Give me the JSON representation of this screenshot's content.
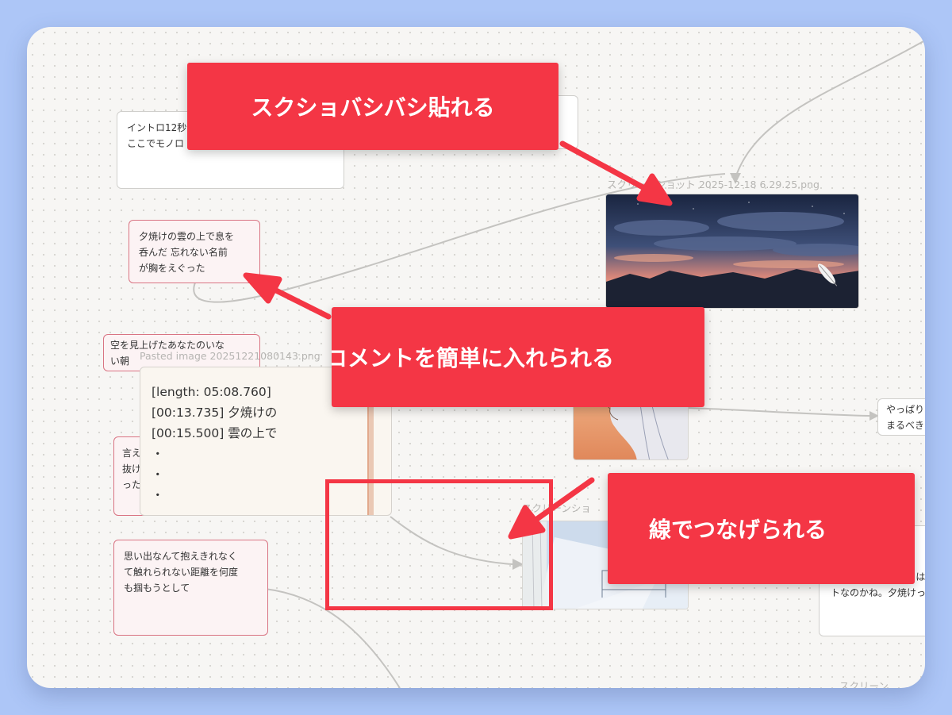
{
  "canvas": {
    "text_cards": [
      {
        "text": "イントロ12秒\nここでモノロ"
      },
      {
        "text": "夕焼けの雲の上で息を\n呑んだ 忘れない名前\nが胸をえぐった"
      },
      {
        "text": "空を見上げたあなたのいな\nい朝"
      },
      {
        "text": "言え\n抜け\nった"
      },
      {
        "text": "思い出なんて抱えきれなく\nて触れられない距離を何度\nも掴もうとして"
      },
      {
        "text": "やっぱり\nまるべき"
      },
      {
        "text": "てる\n\nっていうか今はやっは\nトなのかね。夕焼けっ"
      }
    ],
    "image_labels": {
      "screenshot_sky": "スクリーンショット 2025-12-18 6.29.25.png",
      "screenshot_girl": "Pasted image 20251221080143.png",
      "screenshot_room": "スクリーンショ",
      "screenshot_bottom": "スクリーン"
    },
    "note_card": {
      "lines": [
        "[length: 05:08.760]",
        "[00:13.735] 夕焼けの",
        "[00:15.500] 雲の上で",
        "・",
        "・",
        "・"
      ]
    },
    "icons": {
      "quill": "quill-feather-icon"
    }
  },
  "annotations": {
    "banner_paste": "スクショバシバシ貼れる",
    "banner_comment": "コメントを簡単に入れられる",
    "banner_connect": "線でつなげられる"
  },
  "colors": {
    "page_background": "#adc6f7",
    "canvas_background": "#f7f6f4",
    "annotation_red": "#f43645",
    "pink_card_border": "#d97483"
  }
}
